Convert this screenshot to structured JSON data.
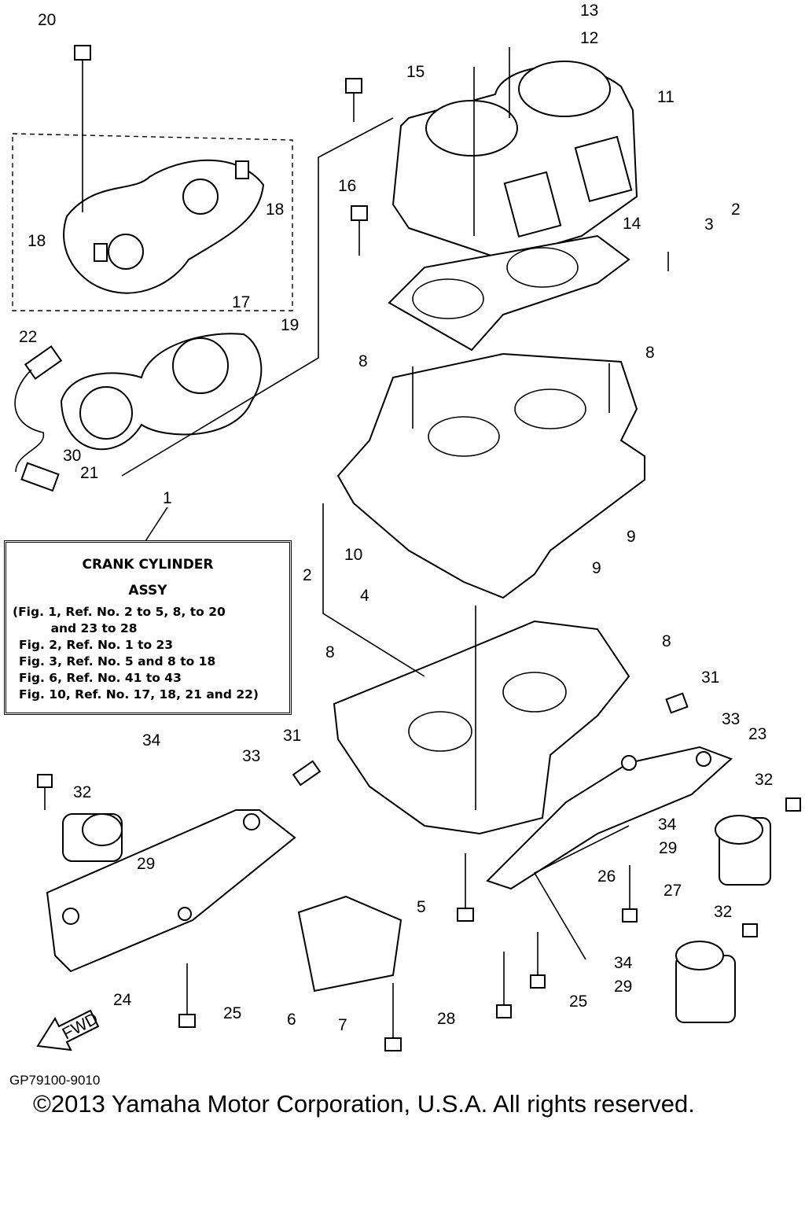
{
  "diagram_code": "GP79100-9010",
  "copyright": "©2013 Yamaha Motor Corporation, U.S.A. All rights reserved.",
  "info_box": {
    "title_line1": "CRANK CYLINDER",
    "title_line2": "ASSY",
    "lines": [
      "(Fig. 1, Ref. No. 2 to 5, 8, to 20",
      "         and 23 to 28",
      "Fig. 2, Ref. No. 1 to 23",
      "Fig. 3, Ref. No. 5 and 8 to 18",
      "Fig. 6, Ref. No. 41 to 43",
      "Fig. 10, Ref. No. 17, 18, 21 and 22)"
    ]
  },
  "fwd_label": "FWD",
  "callouts": [
    "20",
    "13",
    "12",
    "15",
    "11",
    "16",
    "18",
    "2",
    "3",
    "14",
    "18",
    "17",
    "19",
    "22",
    "8",
    "8",
    "30",
    "21",
    "1",
    "9",
    "9",
    "10",
    "2",
    "4",
    "8",
    "8",
    "31",
    "34",
    "31",
    "33",
    "23",
    "33",
    "32",
    "32",
    "34",
    "29",
    "29",
    "26",
    "27",
    "5",
    "32",
    "34",
    "29",
    "24",
    "25",
    "25",
    "6",
    "28",
    "7"
  ]
}
